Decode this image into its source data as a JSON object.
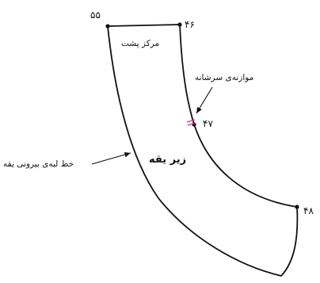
{
  "diagram": {
    "point_labels": {
      "p55": "۵۵",
      "p46": "۴۶",
      "p47": "۴۷",
      "p48": "۴۸"
    },
    "texts": {
      "center_back": "مرکز پشت",
      "shoulder_balance": "موازنه‌ی سرشانه",
      "piece_name": "زیر یقه",
      "outer_collar_line": "خط لبه‌ی بیرونی یقه"
    },
    "colors": {
      "outline": "#111111",
      "balance_mark": "#d6338a"
    }
  }
}
